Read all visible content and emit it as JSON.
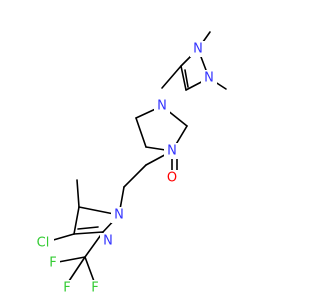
{
  "molecule": {
    "colors": {
      "N": "#3333ff",
      "O": "#ff0000",
      "F": "#33cc33",
      "Cl": "#33cc33",
      "C": "#000000",
      "bond": "#000000",
      "background": "#ffffff"
    },
    "atom_labels": {
      "n_pyrazole_top_1": "N",
      "n_pyrazole_top_2": "N",
      "n_piperazine_top": "N",
      "n_piperazine_bottom": "N",
      "o_carbonyl": "O",
      "n_pyrazole_bottom_1": "N",
      "n_pyrazole_bottom_2": "N",
      "cl": "Cl",
      "f_1": "F",
      "f_2": "F",
      "f_3": "F"
    }
  }
}
